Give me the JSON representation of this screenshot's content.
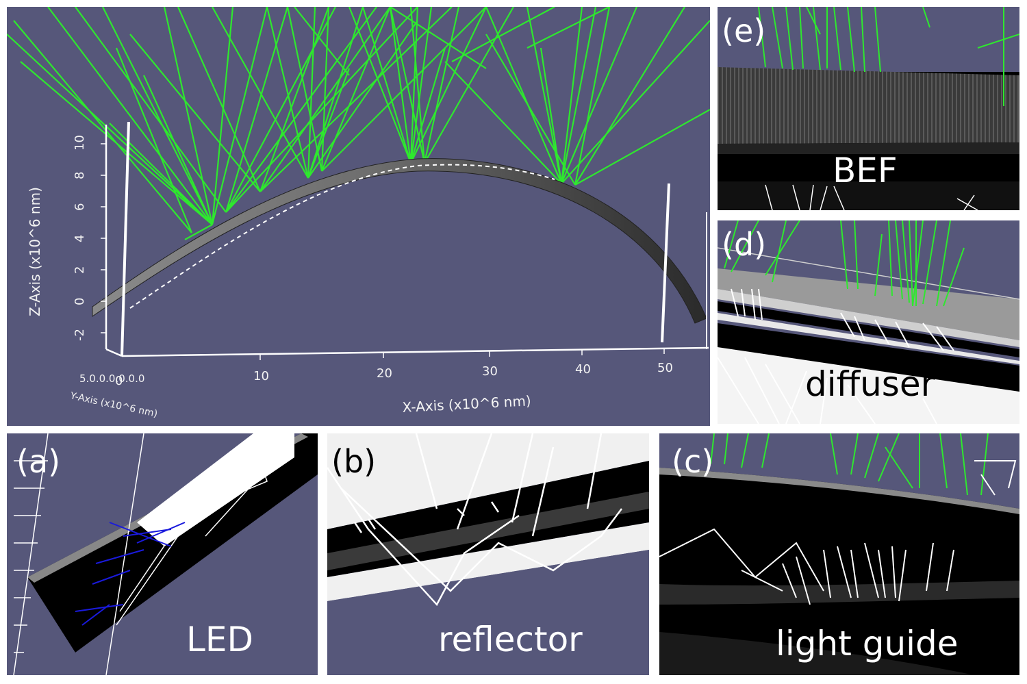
{
  "main_plot": {
    "z_axis_title": "Z-Axis (x10^6 nm)",
    "z_ticks": [
      "10",
      "8",
      "6",
      "4",
      "2",
      "0",
      "-2"
    ],
    "x_axis_title": "X-Axis (x10^6 nm)",
    "x_ticks": [
      "0",
      "10",
      "20",
      "30",
      "40",
      "50"
    ],
    "y_axis_title": "Y-Axis (x10^6 nm)",
    "y_ticks": "5.0.0.0.0.0.0"
  },
  "panels": {
    "a": {
      "label": "(a)",
      "caption": "LED"
    },
    "b": {
      "label": "(b)",
      "caption": "reflector"
    },
    "c": {
      "label": "(c)",
      "caption": "light guide"
    },
    "d": {
      "label": "(d)",
      "caption": "diffuser"
    },
    "e": {
      "label": "(e)",
      "caption": "BEF"
    }
  },
  "colors": {
    "background": "#56577a",
    "ray_green": "#2ee82e",
    "ray_white": "#ffffff",
    "ray_blue": "#1a1adc"
  }
}
